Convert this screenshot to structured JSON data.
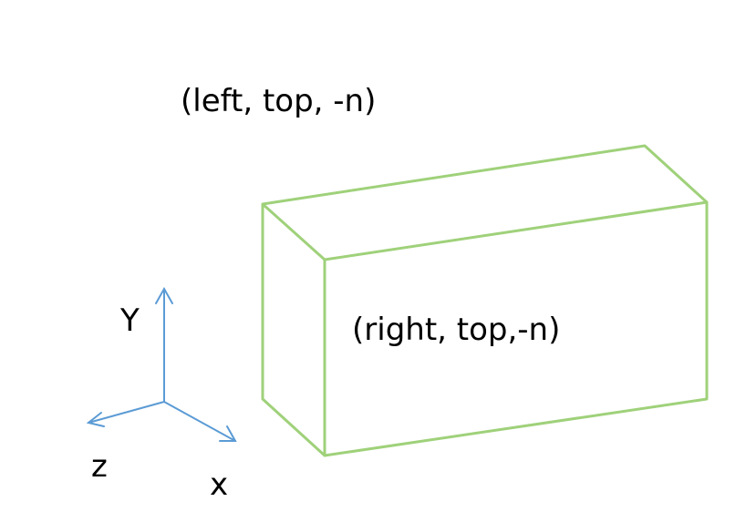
{
  "labels": {
    "left_top": "(left, top, -n)",
    "right_top": "(right, top,-n)"
  },
  "axes": {
    "y": "Y",
    "z": "z",
    "x": "x"
  },
  "colors": {
    "box_edges": "#9fd17a",
    "axis_arrows": "#5b9bd5",
    "text": "#000000"
  }
}
